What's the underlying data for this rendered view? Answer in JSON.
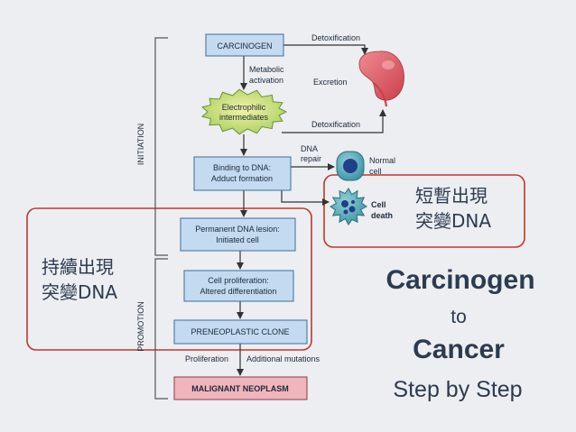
{
  "phases": {
    "initiation": "INITIATION",
    "promotion": "PROMOTION"
  },
  "nodes": {
    "carcinogen": "CARCINOGEN",
    "electrophilic": {
      "lines": [
        "Electrophilic",
        "intermediates"
      ]
    },
    "binding": {
      "lines": [
        "Binding to DNA:",
        "Adduct formation"
      ]
    },
    "permanent_lesion": {
      "lines": [
        "Permanent DNA lesion:",
        "Initiated cell"
      ]
    },
    "cell_proliferation": {
      "lines": [
        "Cell proliferation:",
        "Altered differentiation"
      ]
    },
    "preneoplastic": "PRENEOPLASTIC CLONE",
    "malignant": "MALIGNANT NEOPLASM"
  },
  "edge_labels": {
    "detox_top": "Detoxification",
    "metabolic_activation": {
      "lines": [
        "Metabolic",
        "activation"
      ]
    },
    "excretion": "Excretion",
    "detox_bottom": "Detoxification",
    "dna_repair": {
      "lines": [
        "DNA",
        "repair"
      ]
    },
    "normal_cell": {
      "lines": [
        "Normal",
        "cell"
      ]
    },
    "cell_death": {
      "lines": [
        "Cell",
        "death"
      ]
    },
    "proliferation": "Proliferation",
    "additional_mutations": "Additional mutations"
  },
  "annotations": {
    "transient": {
      "lines": [
        "短暫出現",
        "突變DNA"
      ]
    },
    "persistent": {
      "lines": [
        "持續出現",
        "突變DNA"
      ]
    }
  },
  "title": {
    "line1": "Carcinogen",
    "line2": "to",
    "line3": "Cancer",
    "line4": "Step by Step"
  },
  "icons": {
    "kidney": "kidney-icon",
    "normal_cell": "normal-cell-icon",
    "dead_cell": "dead-cell-icon",
    "electrophilic_burst": "starburst-icon"
  },
  "colors": {
    "background": "#eceef1",
    "node_fill": "#c3daf0",
    "node_stroke": "#3c6e9c",
    "malignant_fill": "#f0b5bd",
    "malignant_stroke": "#8a3a48",
    "highlight_border": "#c0392b",
    "ink": "#2d3b50"
  }
}
